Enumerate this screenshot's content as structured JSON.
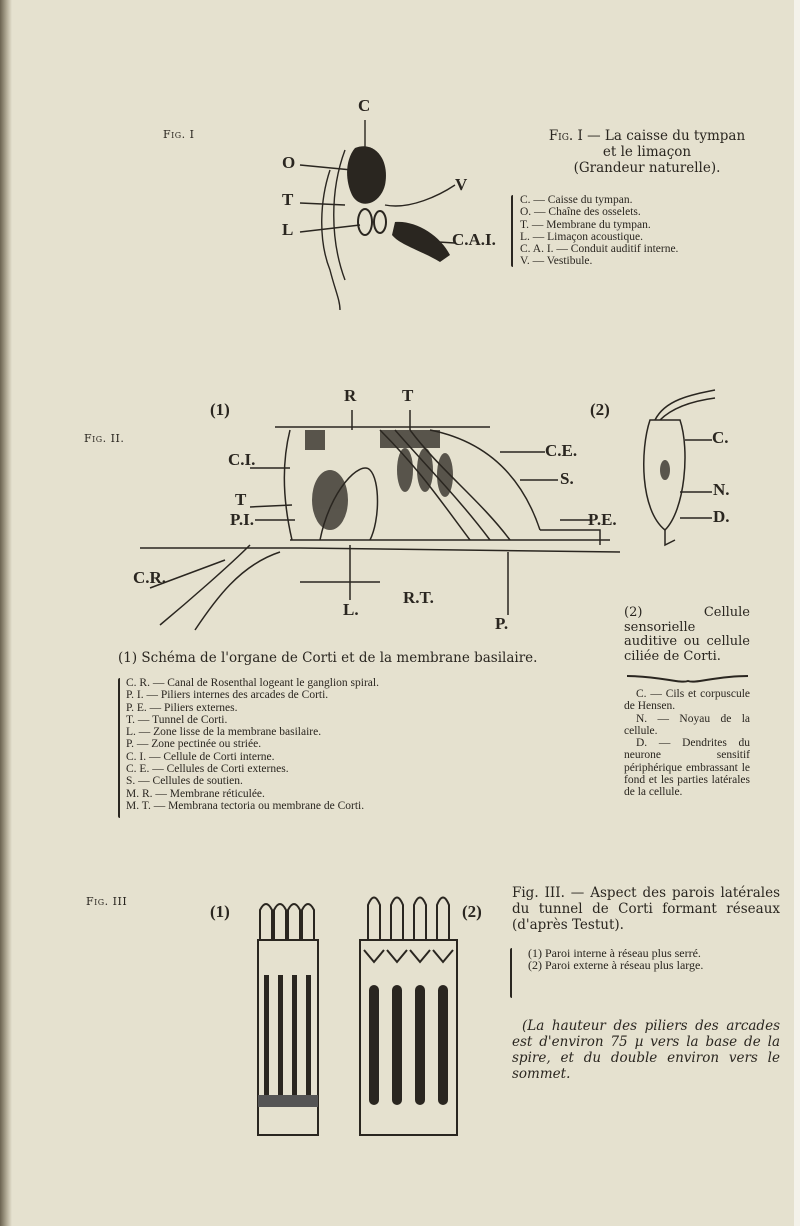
{
  "fig1": {
    "side_label": "Fig. I",
    "labels": {
      "c": "C",
      "o": "O",
      "t": "T",
      "l": "L",
      "v": "V",
      "cai": "C.A.I."
    },
    "caption": {
      "fig": "Fig. I",
      "line1": "— La caisse du tympan",
      "line2": "et le limaçon",
      "line3": "(Grandeur naturelle)."
    },
    "legend": [
      "C. — Caisse du tympan.",
      "O. — Chaîne des osselets.",
      "T. — Membrane du tympan.",
      "L. — Limaçon acoustique.",
      "C. A. I. — Conduit auditif interne.",
      "V. — Vestibule."
    ]
  },
  "fig2": {
    "side_label": "Fig. II.",
    "labels": {
      "n1": "(1)",
      "n2": "(2)",
      "r": "R",
      "t_top": "T",
      "ci": "C.I.",
      "ce": "C.E.",
      "s": "S.",
      "t": "T",
      "pi": "P.I.",
      "pe": "P.E.",
      "cr": "C.R.",
      "rt": "R.T.",
      "l": "L.",
      "p": "P.",
      "c": "C.",
      "n": "N.",
      "d": "D."
    },
    "caption": "(1) Schéma de l'organe de Corti et de la membrane basilaire.",
    "legend": [
      "C. R. — Canal de Rosenthal logeant le ganglion spiral.",
      "P. I. — Piliers internes des arcades de Corti.",
      "P. E. — Piliers externes.",
      "T. — Tunnel de Corti.",
      "L. — Zone lisse de la membrane basilaire.",
      "P. — Zone pectinée ou striée.",
      "C. I. — Cellule de Corti interne.",
      "C. E. — Cellules de Corti externes.",
      "S. — Cellules de soutien.",
      "M. R. — Membrane réticulée.",
      "M. T. — Membrana tectoria ou membrane de Corti."
    ],
    "side_caption": "(2) Cellule sensorielle auditive ou cellule ciliée de Corti.",
    "side_legend": [
      "C. — Cils et corpuscule de Hensen.",
      "N. — Noyau de la cellule.",
      "D. — Dendrites du neurone sensitif périphérique embrassant le fond et les parties latérales de la cellule."
    ]
  },
  "fig3": {
    "side_label": "Fig. III",
    "labels": {
      "n1": "(1)",
      "n2": "(2)"
    },
    "caption": "Fig. III. — Aspect des parois latérales du tunnel de Corti formant réseaux (d'après Testut).",
    "legend": [
      "(1) Paroi interne à réseau plus serré.",
      "(2) Paroi externe à réseau plus large."
    ],
    "note": "(La hauteur des piliers des arcades est d'environ 75 µ vers la base de la spire, et du double environ vers le sommet."
  }
}
